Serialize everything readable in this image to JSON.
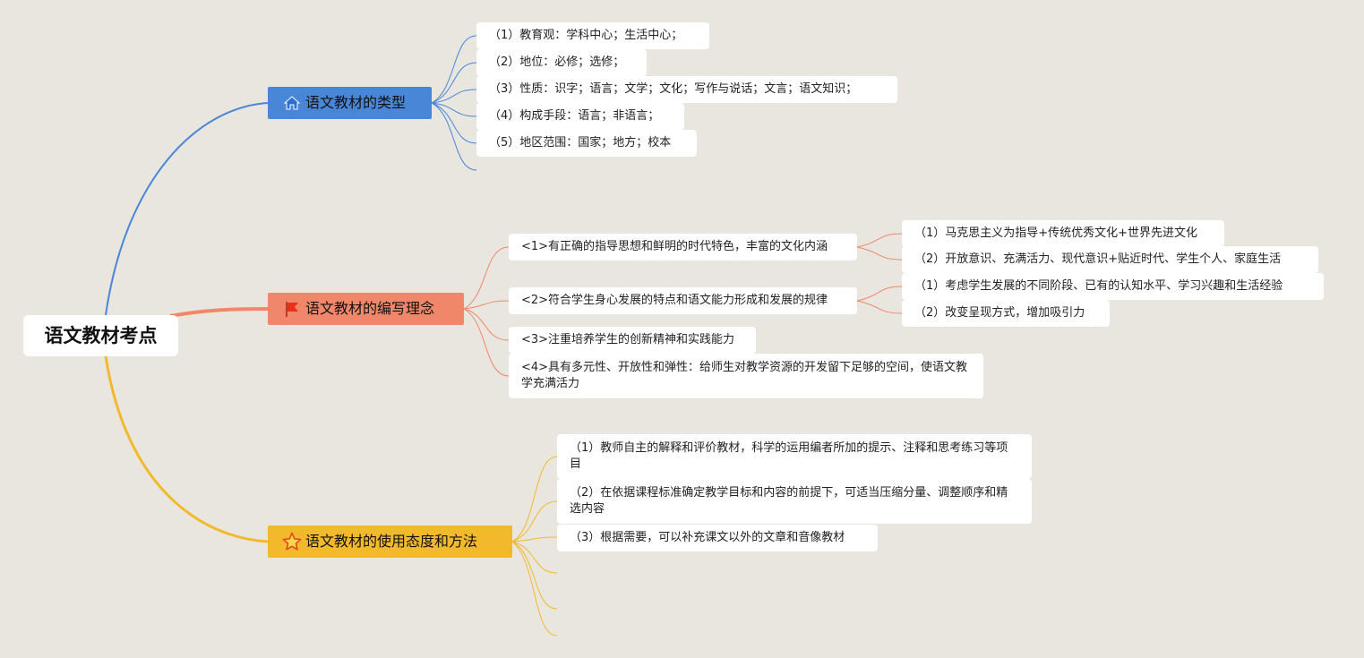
{
  "root": {
    "label": "语文教材考点"
  },
  "colors": {
    "blue": "#4a86d8",
    "orange": "#f0876a",
    "yellow": "#f3b92c"
  },
  "branches": [
    {
      "label": "语文教材的类型",
      "icon": "home-icon",
      "children": [
        "（1）教育观：学科中心；生活中心；",
        "（2）地位：必修；选修；",
        "（3）性质：识字；语言；文学；文化；写作与说话；文言；语文知识；",
        "（4）构成手段：语言；非语言；",
        "（5）地区范围：国家；地方；校本"
      ]
    },
    {
      "label": "语文教材的编写理念",
      "icon": "flag-icon",
      "children": [
        {
          "label": "<1>有正确的指导思想和鲜明的时代特色，丰富的文化内涵",
          "children": [
            "（1）马克思主义为指导+传统优秀文化+世界先进文化",
            "（2）开放意识、充满活力、现代意识+贴近时代、学生个人、家庭生活"
          ]
        },
        {
          "label": "<2>符合学生身心发展的特点和语文能力形成和发展的规律",
          "children": [
            "（1）考虑学生发展的不同阶段、已有的认知水平、学习兴趣和生活经验",
            "（2）改变呈现方式，增加吸引力"
          ]
        },
        {
          "label": "<3>注重培养学生的创新精神和实践能力"
        },
        {
          "label": "<4>具有多元性、开放性和弹性：给师生对教学资源的开发留下足够的空间，使语文教学充满活力"
        }
      ]
    },
    {
      "label": "语文教材的使用态度和方法",
      "icon": "star-icon",
      "children": [
        "（1）教师自主的解释和评价教材，科学的运用编者所加的提示、注释和思考练习等项目",
        "（2）在依据课程标准确定教学目标和内容的前提下，可适当压缩分量、调整顺序和精选内容",
        "（3）根据需要，可以补充课文以外的文章和音像教材"
      ]
    }
  ]
}
